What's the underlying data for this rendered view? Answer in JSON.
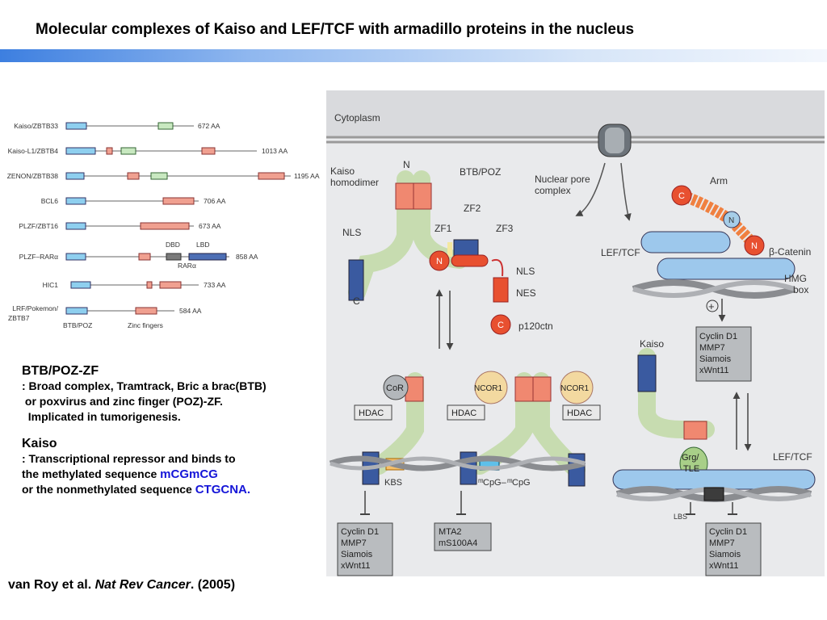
{
  "slide_title": "Molecular complexes of Kaiso and LEF/TCF with armadillo proteins in the nucleus",
  "domains_panel": {
    "proteins": [
      {
        "name": "Kaiso/ZBTB33",
        "length": "672 AA"
      },
      {
        "name": "Kaiso-L1/ZBTB4",
        "length": "1013 AA"
      },
      {
        "name": "ZENON/ZBTB38",
        "length": "1195 AA"
      },
      {
        "name": "BCL6",
        "length": "706 AA"
      },
      {
        "name": "PLZF/ZBT16",
        "length": "673 AA"
      },
      {
        "name": "PLZF–RARα",
        "length": "858 AA"
      },
      {
        "name": "HIC1",
        "length": "733 AA"
      },
      {
        "name": "LRF/Pokemon/",
        "name2": "ZBTB7",
        "length": "584 AA"
      }
    ],
    "dbd_label": "DBD",
    "lbd_label": "LBD",
    "rar_label": "RARα",
    "btb_label": "BTB/POZ",
    "zinc_label": "Zinc fingers"
  },
  "notes": {
    "btb_title": "BTB/POZ-ZF",
    "btb_line1": ": Broad complex, Tramtrack, Bric a brac(BTB)",
    "btb_line2": " or poxvirus and zinc finger (POZ)-ZF.",
    "btb_line3": "  Implicated in tumorigenesis.",
    "kaiso_title": "Kaiso",
    "kaiso_line1": ": Transcriptional repressor and binds to",
    "kaiso_line2": "the methylated sequence ",
    "kaiso_seq1": "mCGmCG",
    "kaiso_line3": "or the nonmethylated sequence ",
    "kaiso_seq2": "CTGCNA."
  },
  "citation": {
    "authors": "van Roy et al. ",
    "journal": "Nat Rev Cancer",
    "year": ". (2005)"
  },
  "diagram": {
    "cytoplasm": "Cytoplasm",
    "kaiso_homodimer_1": "Kaiso",
    "kaiso_homodimer_2": "homodimer",
    "n_label": "N",
    "c_label": "C",
    "nls": "NLS",
    "btb_poz": "BTB/POZ",
    "zf1": "ZF1",
    "zf2": "ZF2",
    "zf3": "ZF3",
    "nes": "NES",
    "p120ctn": "p120ctn",
    "nuclear_pore_1": "Nuclear pore",
    "nuclear_pore_2": "complex",
    "arm": "Arm",
    "lef_tcf": "LEF/TCF",
    "beta_catenin": "β-Catenin",
    "hmg_1": "HMG",
    "hmg_2": "box",
    "plus": "+",
    "targets_box": [
      "Cyclin D1",
      "MMP7",
      "Siamois",
      "xWnt11"
    ],
    "kaiso": "Kaiso",
    "cor": "CoR",
    "ncor1": "NCOR1",
    "hdac": "HDAC",
    "kbs": "KBS",
    "mcpg_a": "m",
    "mcpg_b": "CpG–",
    "mcpg_c": "m",
    "mcpg_d": "CpG",
    "grg_1": "Grg/",
    "grg_2": "TLE",
    "lbs": "LBS",
    "mta_box": [
      "MTA2",
      "mS100A4"
    ]
  }
}
